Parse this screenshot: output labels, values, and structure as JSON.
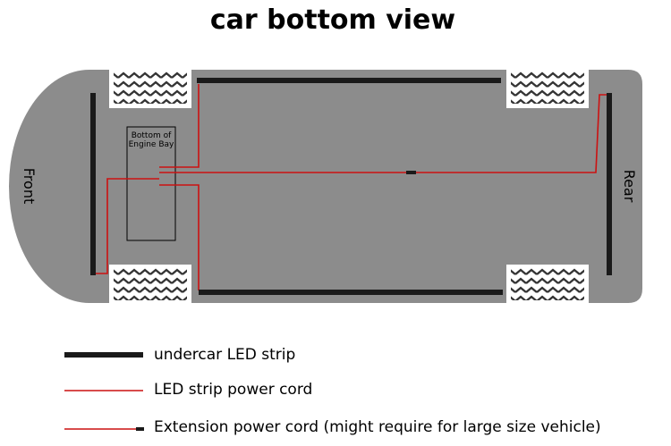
{
  "title": "car bottom view",
  "labels": {
    "front": "Front",
    "rear": "Rear",
    "engine_bay_line1": "Bottom of",
    "engine_bay_line2": "Engine Bay"
  },
  "legend": [
    {
      "label": "undercar LED strip"
    },
    {
      "label": "LED strip power cord"
    },
    {
      "label": "Extension power cord (might require for large size vehicle)"
    }
  ],
  "colors": {
    "body": "#8c8c8c",
    "led_strip": "#1a1a1a",
    "power_cord": "#cc1111",
    "tire_background": "#ffffff",
    "tire_tread": "#333333"
  }
}
